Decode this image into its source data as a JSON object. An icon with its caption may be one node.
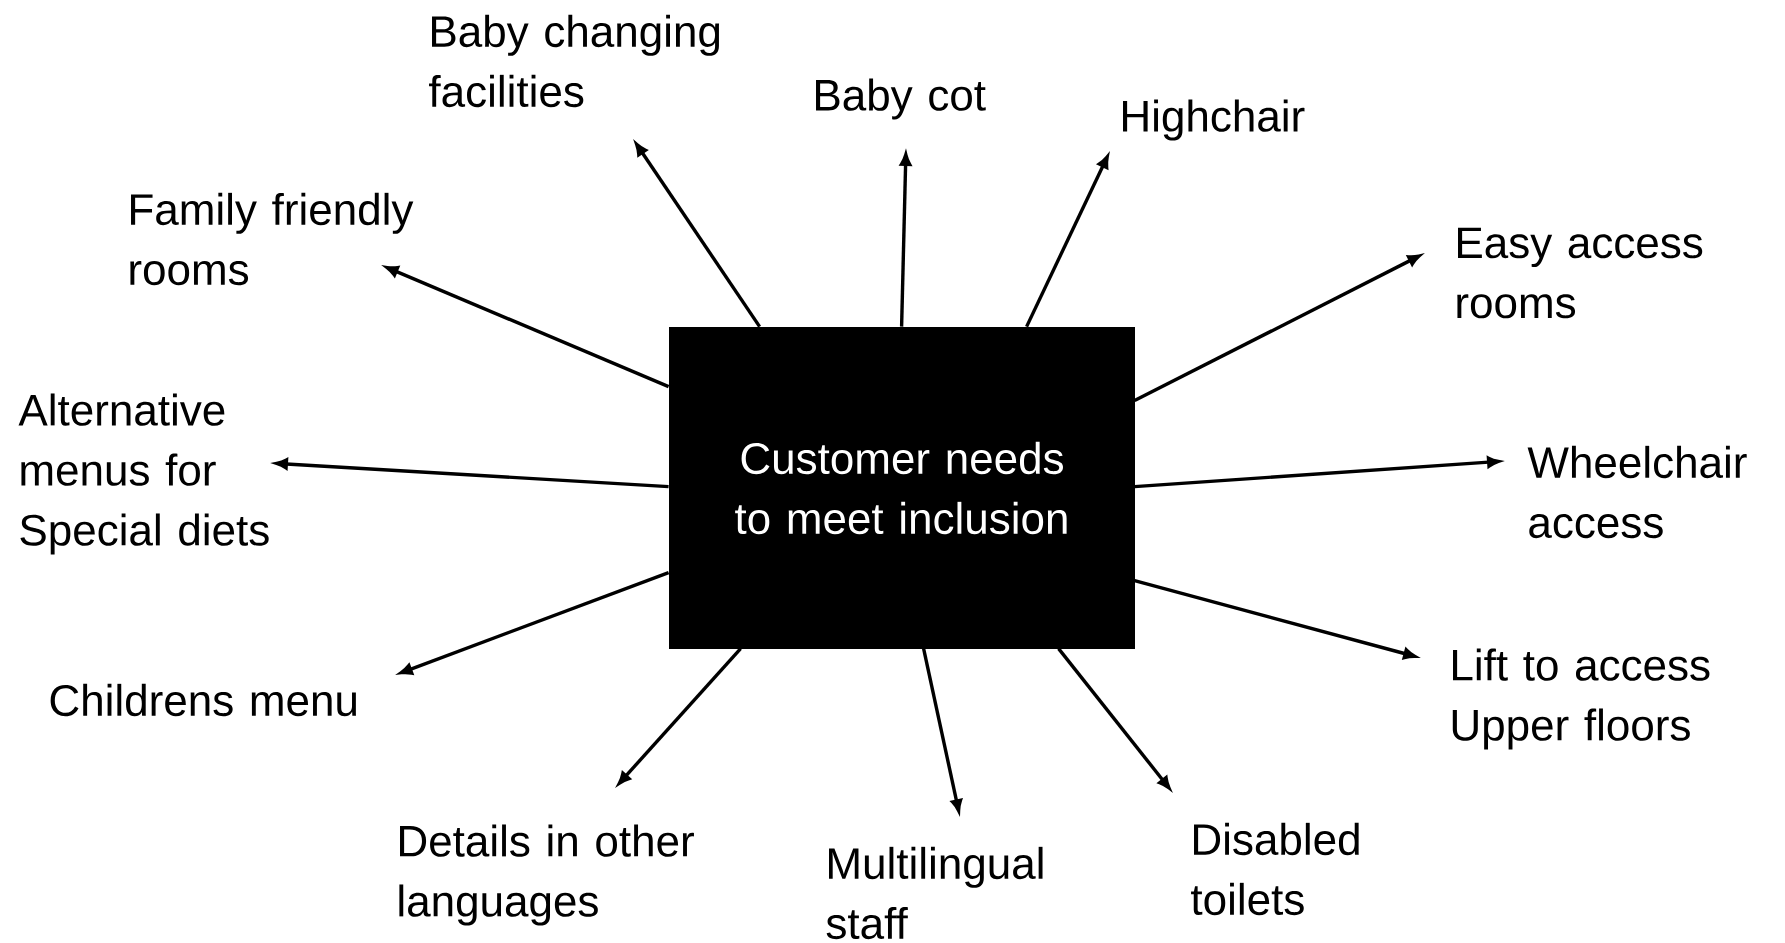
{
  "diagram": {
    "nodes": [
      {
        "text": [
          "Customer needs to meet inclusion"
        ]
      },
      {
        "text": [
          "Baby changing facilities"
        ]
      },
      {
        "text": [
          "Baby cot"
        ]
      },
      {
        "text": [
          "Highchair"
        ]
      },
      {
        "text": [
          "Family friendly rooms"
        ]
      },
      {
        "text": [
          "Easy access rooms"
        ]
      },
      {
        "text": [
          "Alternative menus for Special diets"
        ]
      },
      {
        "text": [
          "Wheelchair access"
        ]
      },
      {
        "text": [
          "Childrens menu"
        ]
      },
      {
        "text": [
          "Lift to access Upper floors"
        ]
      },
      {
        "text": [
          "Details in other languages"
        ]
      },
      {
        "text": [
          "Multilingual staff"
        ]
      },
      {
        "text": [
          "Disabled toilets"
        ]
      }
    ],
    "edges": [
      {
        "from": 0,
        "to": 1,
        "arrow": "to"
      },
      {
        "from": 0,
        "to": 2,
        "arrow": "to"
      },
      {
        "from": 0,
        "to": 3,
        "arrow": "to"
      },
      {
        "from": 0,
        "to": 4,
        "arrow": "to"
      },
      {
        "from": 0,
        "to": 5,
        "arrow": "to"
      },
      {
        "from": 0,
        "to": 6,
        "arrow": "to"
      },
      {
        "from": 0,
        "to": 7,
        "arrow": "to"
      },
      {
        "from": 0,
        "to": 8,
        "arrow": "to"
      },
      {
        "from": 0,
        "to": 9,
        "arrow": "to"
      },
      {
        "from": 0,
        "to": 10,
        "arrow": "to"
      },
      {
        "from": 0,
        "to": 11,
        "arrow": "to"
      },
      {
        "from": 0,
        "to": 12,
        "arrow": "to"
      }
    ]
  }
}
